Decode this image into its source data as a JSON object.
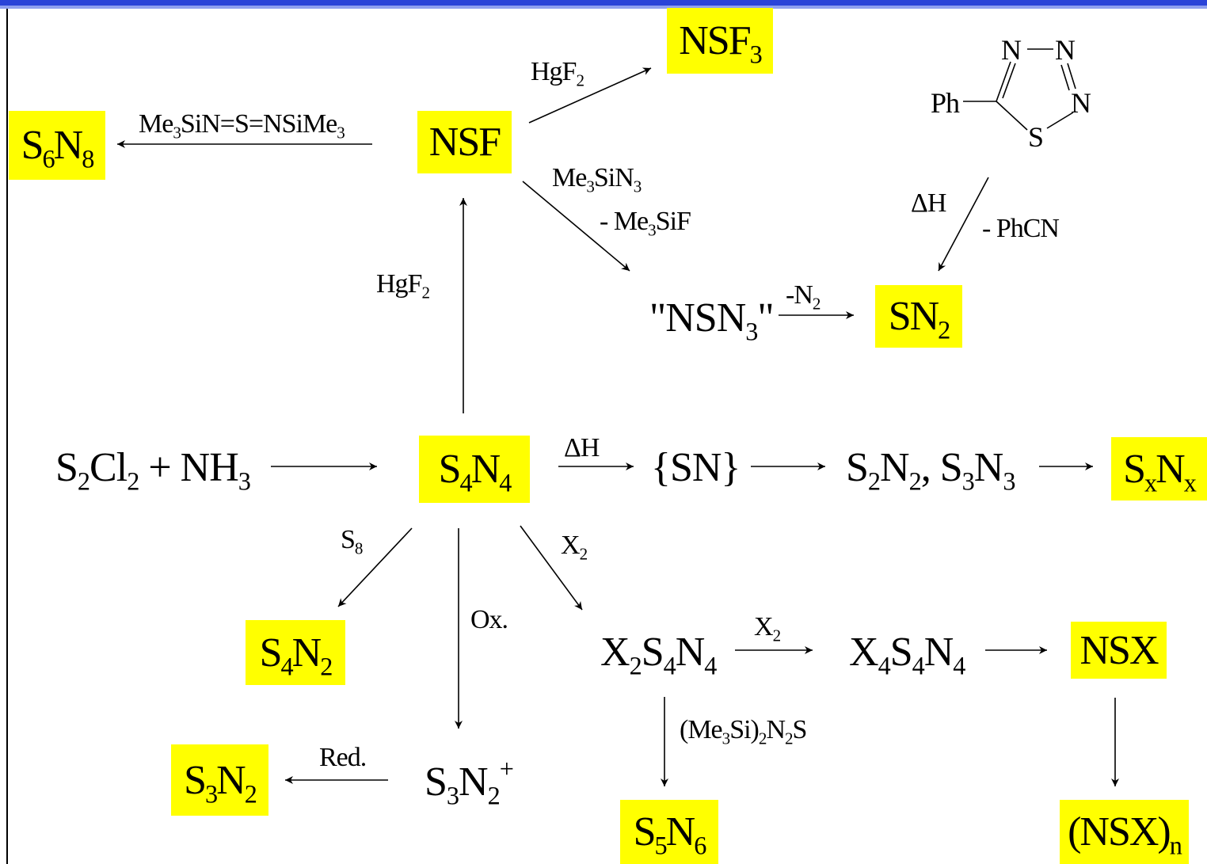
{
  "colors": {
    "highlight": "#ffff00",
    "top_bar": "#2a43d8",
    "top_bar_light": "#8fa0ef"
  },
  "nodes": {
    "nsf3": "NSF3",
    "nsf": "NSF",
    "s6n8": "S6N8",
    "sn2": "SN2",
    "nsn3": "\"NSN3\"",
    "reactant": "S2Cl2 + NH3",
    "s4n4": "S4N4",
    "sn_radical": "{SN}",
    "s2n2_s3n3": "S2N2, S3N3",
    "sxnx": "SxNx",
    "s4n2": "S4N2",
    "x2s4n4": "X2S4N4",
    "x4s4n4": "X4S4N4",
    "nsx": "NSX",
    "nsx_polymer": "(NSX)n",
    "s3n2_plus": "S3N2+",
    "s3n2": "S3N2",
    "s5n6": "S5N6"
  },
  "thiatriazole": {
    "n1": "N",
    "n2": "N",
    "n3": "N",
    "s": "S",
    "ph": "Ph"
  },
  "reagents": {
    "hgf2_top": "HgF2",
    "me3sin_s_nsime3": "Me3SiN=S=NSiMe3",
    "me3sin3": "Me3SiN3",
    "minus_me3sif": "- Me3SiF",
    "delta_h_top": "ΔH",
    "minus_phcn": "- PhCN",
    "minus_n2": "-N2",
    "hgf2_vertical": "HgF2",
    "delta_h_mid": "ΔH",
    "s8": "S8",
    "x2_diag": "X2",
    "ox": "Ox.",
    "x2_right": "X2",
    "me3si2n2s": "(Me3Si)2N2S",
    "red": "Red."
  }
}
